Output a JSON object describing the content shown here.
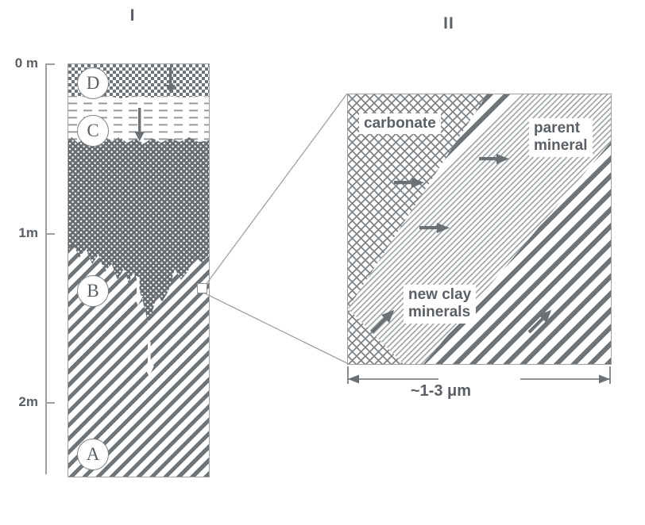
{
  "panels": {
    "left": {
      "heading": "I"
    },
    "right": {
      "heading": "II"
    }
  },
  "depth_axis": {
    "ticks": [
      {
        "label": "0 m",
        "value": 0
      },
      {
        "label": "1m",
        "value": 1
      },
      {
        "label": "2m",
        "value": 2
      }
    ],
    "unit": "m",
    "range": [
      0,
      2.45
    ]
  },
  "soil_profile": {
    "horizons": [
      {
        "id": "D",
        "label": "D",
        "pattern": "checkerboard",
        "top_m": 0.0,
        "bottom_m": 0.2,
        "arrow": "down"
      },
      {
        "id": "C",
        "label": "C",
        "pattern": "dashed-lines",
        "top_m": 0.2,
        "bottom_m": 0.46,
        "arrow": "down"
      },
      {
        "id": "B",
        "label": "B",
        "pattern": "dark-stipple",
        "top_m": 0.46,
        "bottom_m": 1.55,
        "arrow": "down"
      },
      {
        "id": "A",
        "label": "A",
        "pattern": "diagonal-hatch",
        "top_m": 1.55,
        "bottom_m": 2.45,
        "arrow": "none"
      }
    ]
  },
  "micrograph": {
    "labels": {
      "carbonate": "carbonate",
      "parent_mineral": "parent\nmineral",
      "parent_mineral_line1": "parent",
      "parent_mineral_line2": "mineral",
      "new_clay_line1": "new clay",
      "new_clay_line2": "minerals"
    },
    "zones": [
      {
        "name": "carbonate",
        "pattern": "lattice"
      },
      {
        "name": "new clay minerals",
        "pattern": "fine-hatch"
      },
      {
        "name": "parent mineral",
        "pattern": "coarse-hatch"
      }
    ],
    "arrows": [
      {
        "direction": "right",
        "zone": "carbonate-to-clay"
      },
      {
        "direction": "right",
        "zone": "clay-to-parent"
      },
      {
        "direction": "right",
        "zone": "clay-to-parent"
      },
      {
        "direction": "up-right",
        "zone": "carbonate-front"
      },
      {
        "direction": "up-right",
        "zone": "parent-front"
      }
    ],
    "scale_bar": {
      "label": "~1-3 μm",
      "value_min": 1,
      "value_max": 3,
      "unit": "μm"
    }
  },
  "colors": {
    "ink": "#5a6066",
    "rule": "#9aa0a4",
    "pattern_dark": "#6e7478",
    "horizon_b_fill": "#686d71",
    "background": "#ffffff"
  }
}
